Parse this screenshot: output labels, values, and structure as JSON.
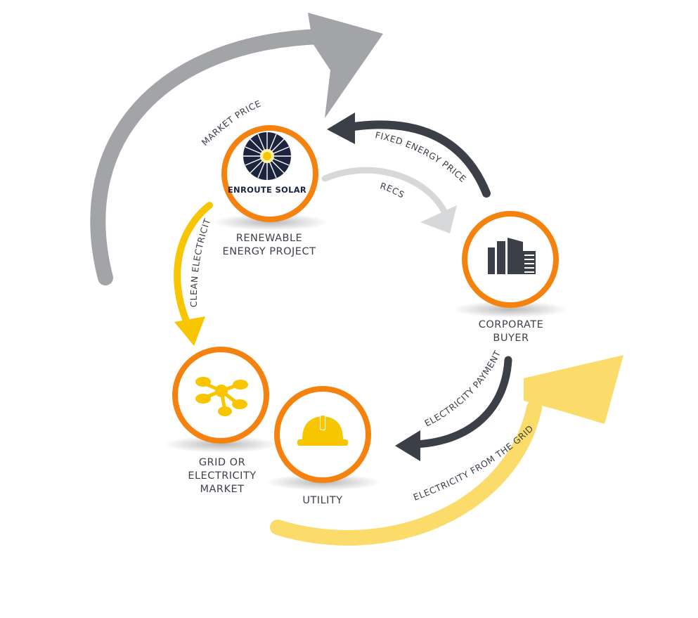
{
  "nodes": {
    "renewable": {
      "logo_text": "ENROUTE SOLAR",
      "label_line1": "RENEWABLE",
      "label_line2": "ENERGY PROJECT"
    },
    "corporate": {
      "label_line1": "CORPORATE",
      "label_line2": "BUYER"
    },
    "grid": {
      "label_line1": "GRID OR",
      "label_line2": "ELECTRICITY",
      "label_line3": "MARKET"
    },
    "utility": {
      "label_line1": "UTILITY"
    }
  },
  "flows": {
    "market_price": "MARKET PRICE",
    "fixed_energy_price": "FIXED ENERGY PRICE",
    "recs": "RECS",
    "clean_electricity": "CLEAN ELECTRICITY",
    "electricity_payment": "ELECTRICITY PAYMENT",
    "electricity_from_grid": "ELECTRICITY FROM THE GRID"
  },
  "colors": {
    "orange": "#f5820f",
    "gray_arrow": "#a3a4a8",
    "dark_arrow": "#3b3f48",
    "light_arrow": "#d7d8da",
    "yellow": "#f7c600",
    "light_yellow": "#fbdc6a",
    "icon_dark": "#3b3f48"
  }
}
